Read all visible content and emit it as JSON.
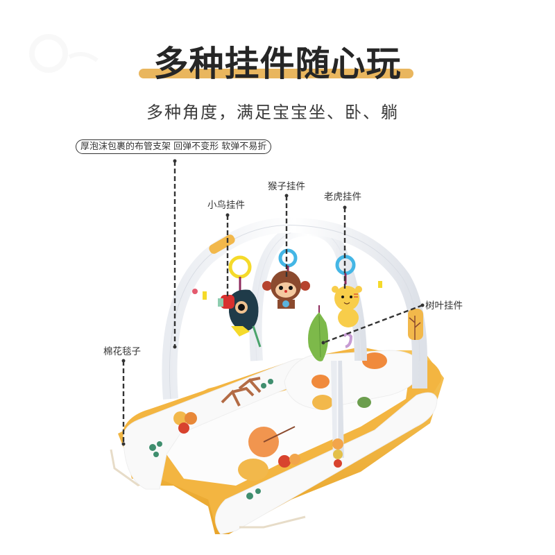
{
  "page": {
    "title": "多种挂件随心玩",
    "subtitle": "多种角度，满足宝宝坐、卧、躺",
    "accent_color": "#E9B65E",
    "text_color": "#262626"
  },
  "callouts": {
    "frame": "厚泡沫包裹的布管支架 回弹不变形 软弹不易折",
    "bird": "小鸟挂件",
    "monkey": "猴子挂件",
    "tiger": "老虎挂件",
    "leaf": "树叶挂件",
    "blanket": "棉花毯子"
  },
  "product": {
    "name": "baby-play-gym-nest",
    "colors": {
      "nest_trim": "#F2B33D",
      "fabric": "#FBFBFB",
      "ring_yellow": "#F5DA2A",
      "ring_blue": "#44B6E5",
      "monkey": "#8B4A2E",
      "tiger": "#F8CD4A",
      "leaf": "#7DB94A"
    }
  }
}
